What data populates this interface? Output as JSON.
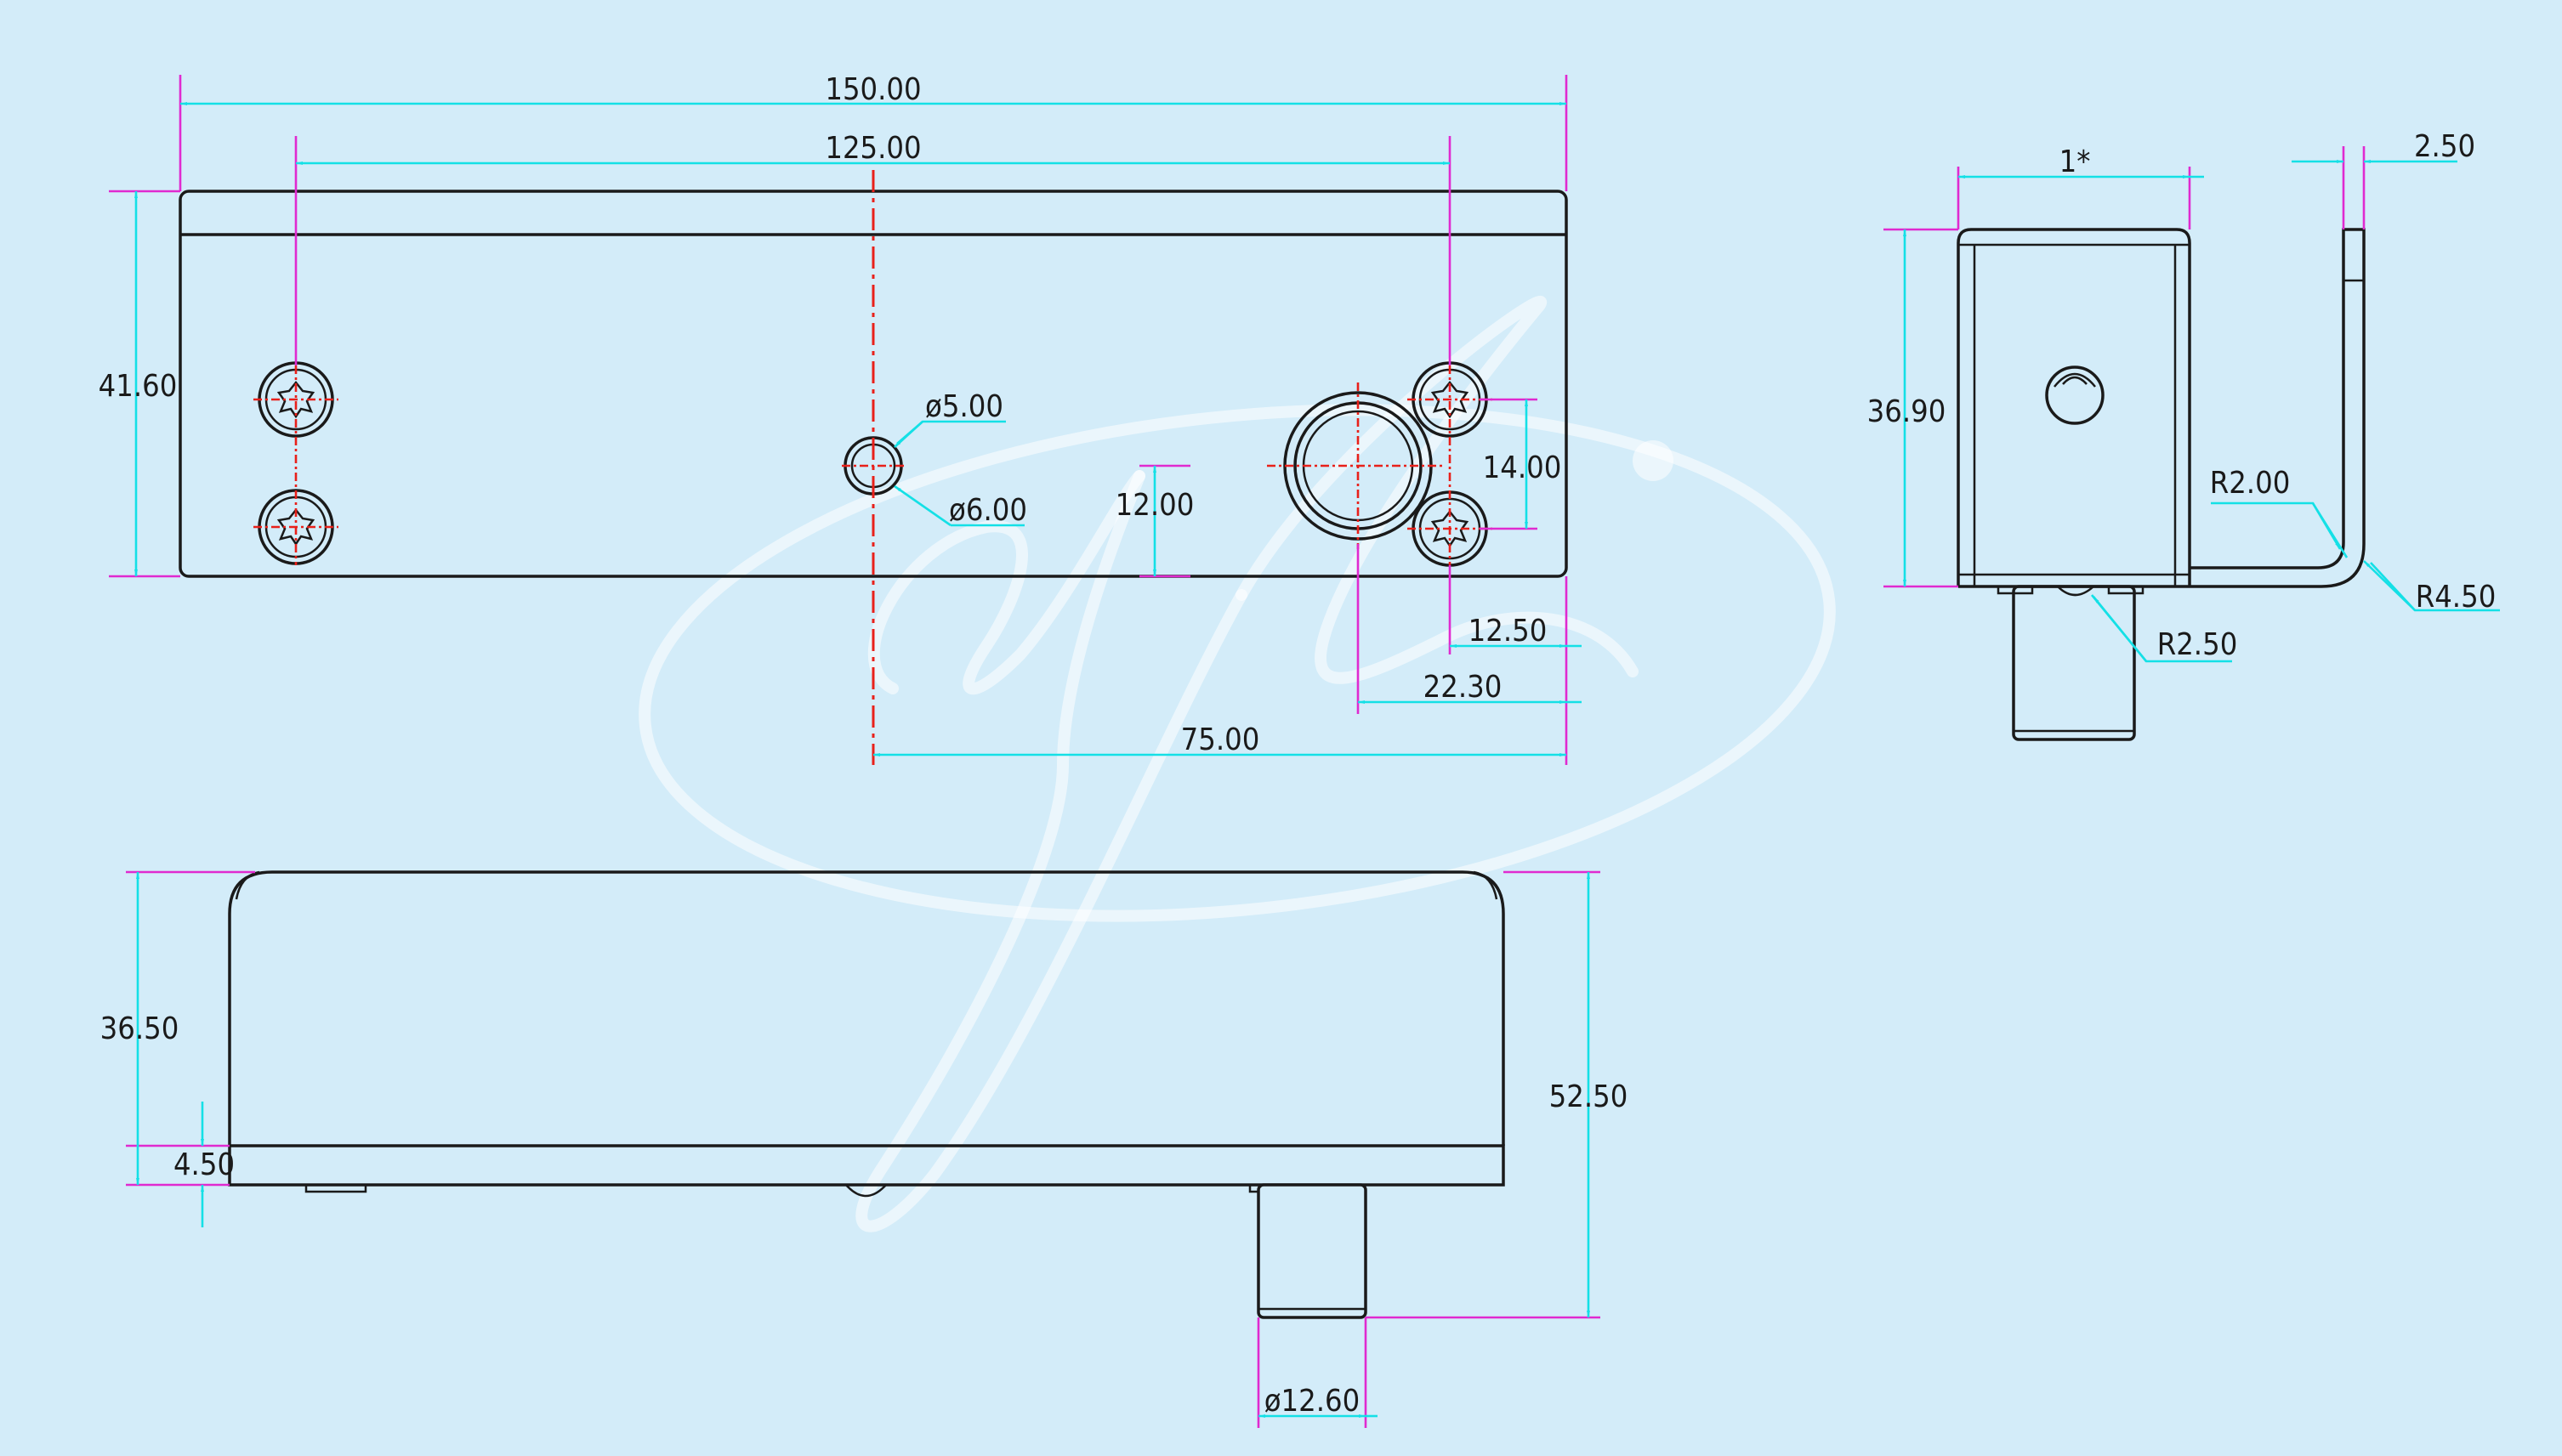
{
  "dimensions": {
    "top_overall_length": "150.00",
    "top_hole_spacing": "125.00",
    "top_height": "41.60",
    "hole_small_dia": "ø5.00",
    "hole_counterbore_dia": "ø6.00",
    "hole_offset_vertical": "12.00",
    "screw_spacing_vertical": "14.00",
    "screw_edge_offset": "12.50",
    "boss_edge_offset": "22.30",
    "half_length": "75.00",
    "side_width": "1*",
    "side_plate_thickness": "2.50",
    "side_height": "36.90",
    "radius_inner_bend": "R2.00",
    "radius_outer_bend": "R4.50",
    "radius_shaft": "R2.50",
    "front_body_height": "36.50",
    "front_base_thickness": "4.50",
    "front_total_height": "52.50",
    "shaft_dia": "ø12.60"
  },
  "colors": {
    "background": "#d3ecf9",
    "object_line": "#1a1a1a",
    "extension_line": "#e02ad0",
    "dimension_line": "#14e0e6",
    "center_line": "#e8201a",
    "watermark": "#ffffff"
  }
}
